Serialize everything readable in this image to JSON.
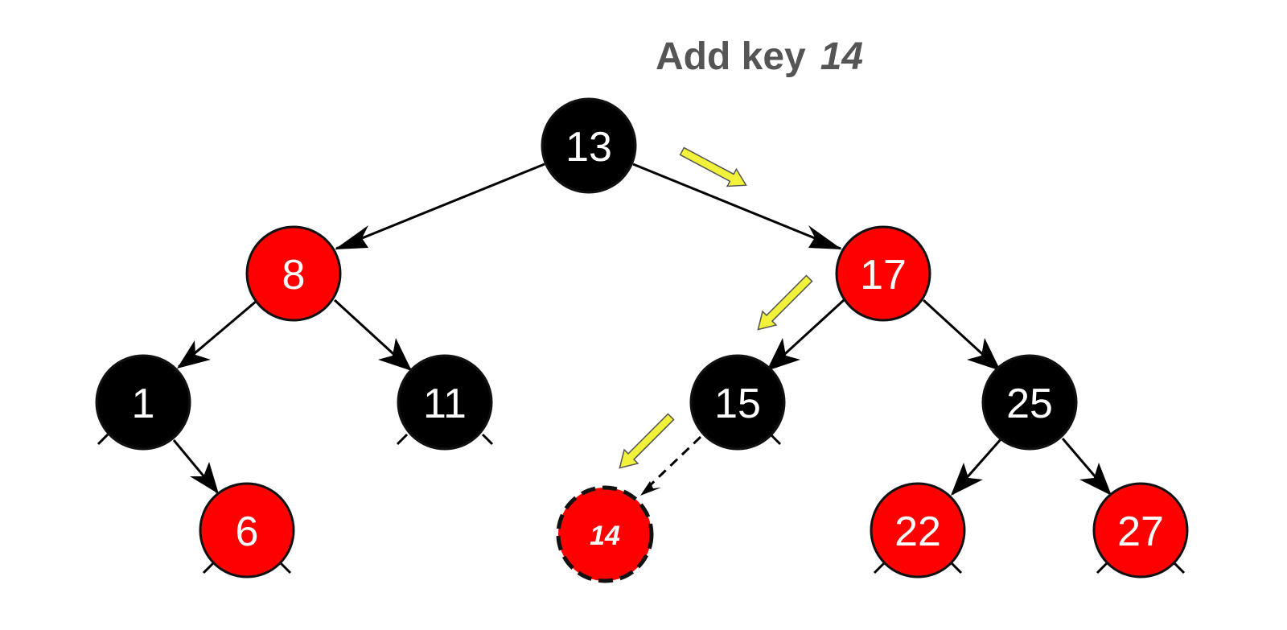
{
  "title": {
    "prefix": "Add key",
    "key": "14"
  },
  "colors": {
    "red": "#ff0000",
    "black": "#000000",
    "outline": "#111111",
    "pointer": "#f2f23a",
    "title": "#555555"
  },
  "tree": {
    "nodes": [
      {
        "id": "n13",
        "label": "13",
        "color": "black"
      },
      {
        "id": "n8",
        "label": "8",
        "color": "red"
      },
      {
        "id": "n17",
        "label": "17",
        "color": "red"
      },
      {
        "id": "n1",
        "label": "1",
        "color": "black"
      },
      {
        "id": "n11",
        "label": "11",
        "color": "black"
      },
      {
        "id": "n15",
        "label": "15",
        "color": "black"
      },
      {
        "id": "n25",
        "label": "25",
        "color": "black"
      },
      {
        "id": "n6",
        "label": "6",
        "color": "red"
      },
      {
        "id": "n14",
        "label": "14",
        "color": "red",
        "new": true
      },
      {
        "id": "n22",
        "label": "22",
        "color": "red"
      },
      {
        "id": "n27",
        "label": "27",
        "color": "red"
      }
    ],
    "edges": [
      {
        "from": "n13",
        "to": "n8"
      },
      {
        "from": "n13",
        "to": "n17"
      },
      {
        "from": "n8",
        "to": "n1"
      },
      {
        "from": "n8",
        "to": "n11"
      },
      {
        "from": "n17",
        "to": "n15"
      },
      {
        "from": "n17",
        "to": "n25"
      },
      {
        "from": "n1",
        "to": "n6"
      },
      {
        "from": "n15",
        "to": "n14",
        "dashed": true
      },
      {
        "from": "n25",
        "to": "n22"
      },
      {
        "from": "n25",
        "to": "n27"
      }
    ],
    "search_path": [
      "n13",
      "n17",
      "n15",
      "n14"
    ]
  }
}
